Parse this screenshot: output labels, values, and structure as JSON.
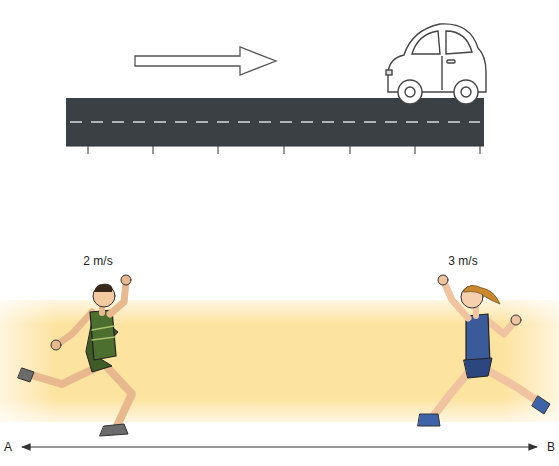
{
  "diagram": {
    "labels": [
      "2 m/s",
      "3 m/s",
      "A",
      "B"
    ]
  }
}
